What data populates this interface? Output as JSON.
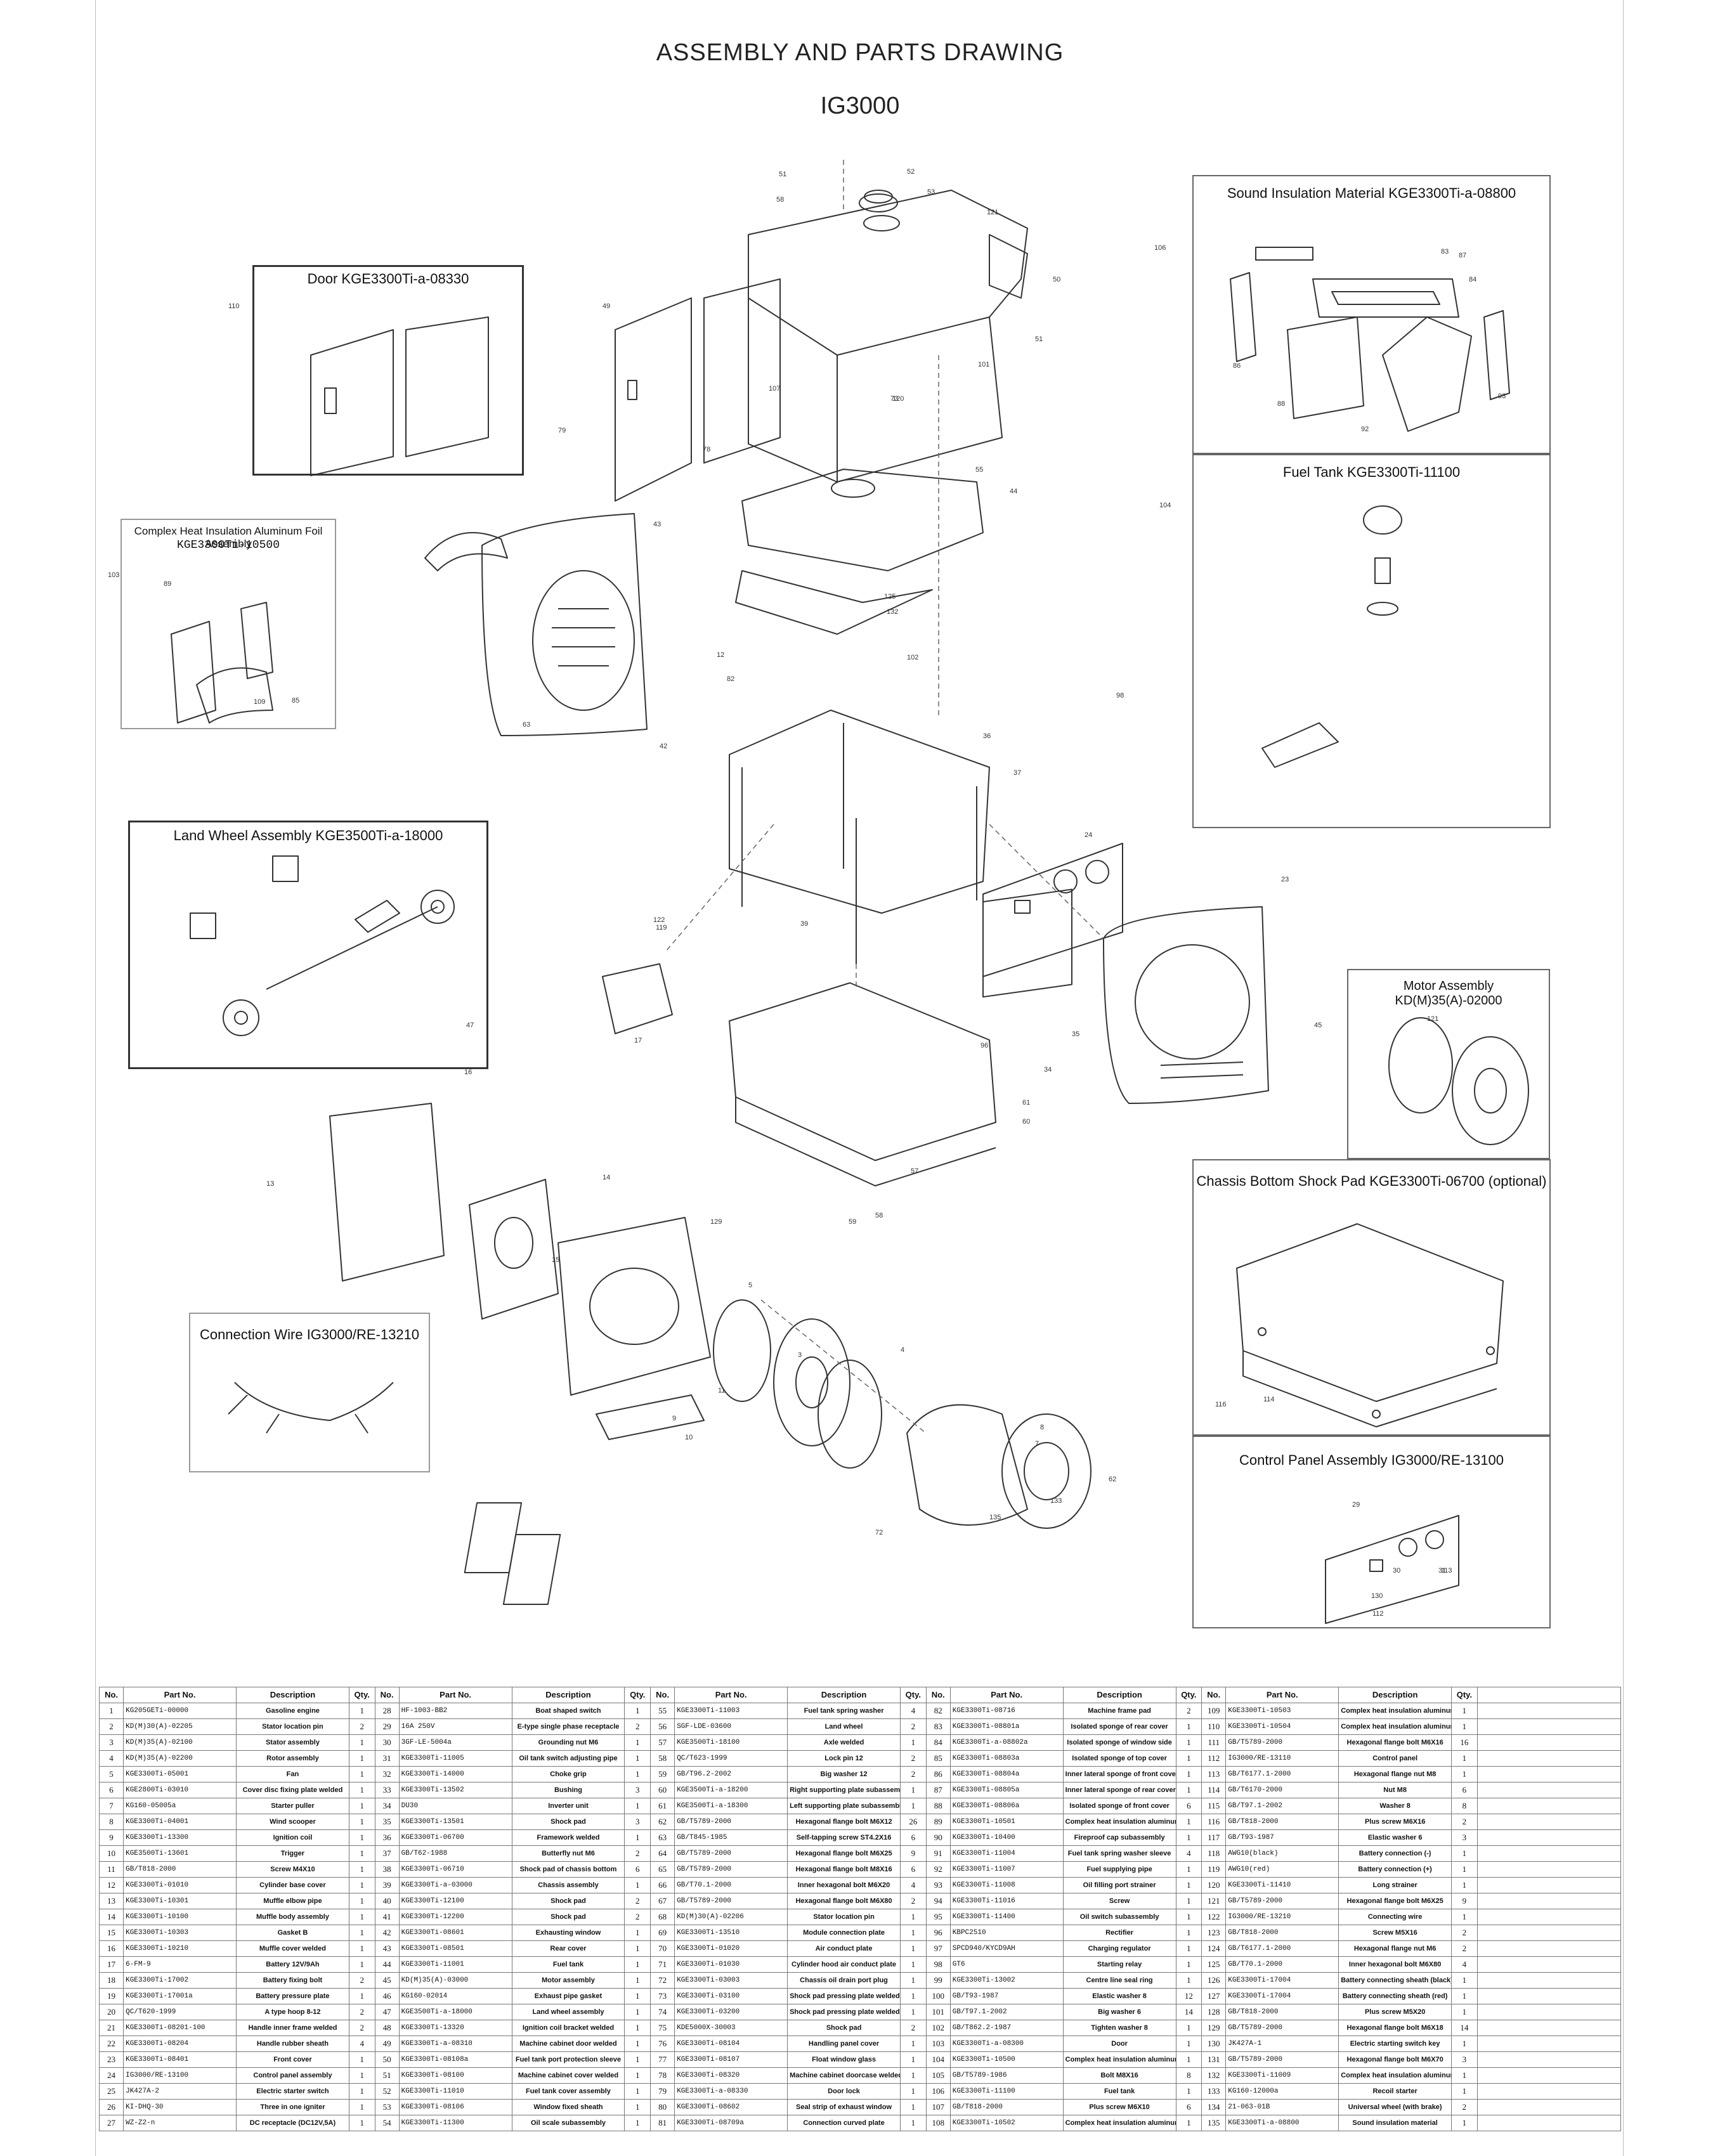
{
  "title": "ASSEMBLY AND PARTS DRAWING",
  "model": "IG3000",
  "boxes": {
    "sound": "Sound Insulation Material KGE3300Ti-a-08800",
    "fuel": "Fuel Tank KGE3300Ti-11100",
    "door": "Door KGE3300Ti-a-08330",
    "foil_line1": "Complex Heat Insulation Aluminum Foil Assembly",
    "foil_line2": "KGE3300Ti-10500",
    "wheel": "Land Wheel Assembly KGE3500Ti-a-18000",
    "motor": "Motor Assembly KD(M)35(A)-02000",
    "chassis": "Chassis Bottom Shock Pad KGE3300Ti-06700 (optional)",
    "wire": "Connection Wire IG3000/RE-13210",
    "panel": "Control Panel Assembly IG3000/RE-13100"
  },
  "columns": [
    "No.",
    "Part No.",
    "Description",
    "Qty."
  ],
  "parts": [
    [
      "1",
      "KG205GETi-00000",
      "Gasoline engine",
      "1",
      "28",
      "HF-1003-BB2",
      "Boat shaped switch",
      "1",
      "55",
      "KGE3300Ti-11003",
      "Fuel tank spring washer",
      "4",
      "82",
      "KGE3300Ti-08716",
      "Machine frame pad",
      "2",
      "109",
      "KGE3300Ti-10503",
      "Complex heat insulation aluminum foil",
      "1"
    ],
    [
      "2",
      "KD(M)30(A)-02205",
      "Stator location pin",
      "2",
      "29",
      "16A 250V",
      "E-type single phase receptacle",
      "2",
      "56",
      "SGF-LDE-03600",
      "Land wheel",
      "2",
      "83",
      "KGE3300Ti-08801a",
      "Isolated sponge of rear cover",
      "1",
      "110",
      "KGE3300Ti-10504",
      "Complex heat insulation aluminum foil",
      "1"
    ],
    [
      "3",
      "KD(M)35(A)-02100",
      "Stator assembly",
      "1",
      "30",
      "3GF-LE-5004a",
      "Grounding nut M6",
      "1",
      "57",
      "KGE3500Ti-18100",
      "Axle welded",
      "1",
      "84",
      "KGE3300Ti-a-08802a",
      "Isolated sponge of window side",
      "1",
      "111",
      "GB/T5789-2000",
      "Hexagonal flange bolt M6X16",
      "16"
    ],
    [
      "4",
      "KD(M)35(A)-02200",
      "Rotor assembly",
      "1",
      "31",
      "KGE3300Ti-11005",
      "Oil tank switch adjusting pipe",
      "1",
      "58",
      "QC/T623-1999",
      "Lock pin 12",
      "2",
      "85",
      "KGE3300Ti-08803a",
      "Isolated sponge of top cover",
      "1",
      "112",
      "IG3000/RE-13110",
      "Control panel",
      "1"
    ],
    [
      "5",
      "KGE3300Ti-05001",
      "Fan",
      "1",
      "32",
      "KGE3300Ti-14000",
      "Choke grip",
      "1",
      "59",
      "GB/T96.2-2002",
      "Big washer 12",
      "2",
      "86",
      "KGE3300Ti-08804a",
      "Inner lateral sponge of front cover",
      "1",
      "113",
      "GB/T6177.1-2000",
      "Hexagonal flange nut M8",
      "1"
    ],
    [
      "6",
      "KGE2800Ti-03010",
      "Cover disc fixing plate welded",
      "1",
      "33",
      "KGE3300Ti-13502",
      "Bushing",
      "3",
      "60",
      "KGE3500Ti-a-18200",
      "Right supporting plate subassembly",
      "1",
      "87",
      "KGE3300Ti-08805a",
      "Inner lateral sponge of rear cover",
      "1",
      "114",
      "GB/T6170-2000",
      "Nut M8",
      "6"
    ],
    [
      "7",
      "KG160-05005a",
      "Starter puller",
      "1",
      "34",
      "DU30",
      "Inverter unit",
      "1",
      "61",
      "KGE3500Ti-a-18300",
      "Left supporting plate subassembly",
      "1",
      "88",
      "KGE3300Ti-08806a",
      "Isolated sponge of front cover",
      "6",
      "115",
      "GB/T97.1-2002",
      "Washer 8",
      "8"
    ],
    [
      "8",
      "KGE3300Ti-04001",
      "Wind scooper",
      "1",
      "35",
      "KGE3300Ti-13501",
      "Shock pad",
      "3",
      "62",
      "GB/T5789-2000",
      "Hexagonal flange bolt M6X12",
      "26",
      "89",
      "KGE3300Ti-10501",
      "Complex heat insulation aluminum foil",
      "1",
      "116",
      "GB/T818-2000",
      "Plus screw M6X16",
      "2"
    ],
    [
      "9",
      "KGE3300Ti-13300",
      "Ignition coil",
      "1",
      "36",
      "KGE3300Ti-06700",
      "Framework welded",
      "1",
      "63",
      "GB/T845-1985",
      "Self-tapping screw ST4.2X16",
      "6",
      "90",
      "KGE3300Ti-10400",
      "Fireproof cap subassembly",
      "1",
      "117",
      "GB/T93-1987",
      "Elastic washer 6",
      "3"
    ],
    [
      "10",
      "KGE3500Ti-13601",
      "Trigger",
      "1",
      "37",
      "GB/T62-1988",
      "Butterfly nut M6",
      "2",
      "64",
      "GB/T5789-2000",
      "Hexagonal flange bolt M6X25",
      "9",
      "91",
      "KGE3300Ti-11004",
      "Fuel tank spring washer sleeve",
      "4",
      "118",
      "AWG10(black)",
      "Battery connection (-)",
      "1"
    ],
    [
      "11",
      "GB/T818-2000",
      "Screw M4X10",
      "1",
      "38",
      "KGE3300Ti-06710",
      "Shock pad of chassis bottom",
      "6",
      "65",
      "GB/T5789-2000",
      "Hexagonal flange bolt M8X16",
      "6",
      "92",
      "KGE3300Ti-11007",
      "Fuel supplying pipe",
      "1",
      "119",
      "AWG10(red)",
      "Battery connection (+)",
      "1"
    ],
    [
      "12",
      "KGE3300Ti-01010",
      "Cylinder base cover",
      "1",
      "39",
      "KGE3300Ti-a-03000",
      "Chassis assembly",
      "1",
      "66",
      "GB/T70.1-2000",
      "Inner hexagonal bolt M6X20",
      "4",
      "93",
      "KGE3300Ti-11008",
      "Oil filling port strainer",
      "1",
      "120",
      "KGE3300Ti-11410",
      "Long strainer",
      "1"
    ],
    [
      "13",
      "KGE3300Ti-10301",
      "Muffle elbow pipe",
      "1",
      "40",
      "KGE3300Ti-12100",
      "Shock pad",
      "2",
      "67",
      "GB/T5789-2000",
      "Hexagonal flange bolt M6X80",
      "2",
      "94",
      "KGE3300Ti-11016",
      "Screw",
      "1",
      "121",
      "GB/T5789-2000",
      "Hexagonal flange bolt M6X25",
      "9"
    ],
    [
      "14",
      "KGE3300Ti-10100",
      "Muffle body assembly",
      "1",
      "41",
      "KGE3300Ti-12200",
      "Shock pad",
      "2",
      "68",
      "KD(M)30(A)-02206",
      "Stator location pin",
      "1",
      "95",
      "KGE3300Ti-11400",
      "Oil switch subassembly",
      "1",
      "122",
      "IG3000/RE-13210",
      "Connecting wire",
      "1"
    ],
    [
      "15",
      "KGE3300Ti-10303",
      "Gasket B",
      "1",
      "42",
      "KGE3300Ti-08601",
      "Exhausting window",
      "1",
      "69",
      "KGE3300Ti-13510",
      "Module connection plate",
      "1",
      "96",
      "KBPC2510",
      "Rectifier",
      "1",
      "123",
      "GB/T818-2000",
      "Screw M5X16",
      "2"
    ],
    [
      "16",
      "KGE3300Ti-10210",
      "Muffle cover welded",
      "1",
      "43",
      "KGE3300Ti-08501",
      "Rear cover",
      "1",
      "70",
      "KGE3300Ti-01020",
      "Air conduct plate",
      "1",
      "97",
      "SPCD940/KYCD9AH",
      "Charging regulator",
      "1",
      "124",
      "GB/T6177.1-2000",
      "Hexagonal flange nut M6",
      "2"
    ],
    [
      "17",
      "6-FM-9",
      "Battery 12V/9Ah",
      "1",
      "44",
      "KGE3300Ti-11001",
      "Fuel tank",
      "1",
      "71",
      "KGE3300Ti-01030",
      "Cylinder hood air conduct plate",
      "1",
      "98",
      "GT6",
      "Starting relay",
      "1",
      "125",
      "GB/T70.1-2000",
      "Inner hexagonal bolt M6X80",
      "4"
    ],
    [
      "18",
      "KGE3300Ti-17002",
      "Battery fixing bolt",
      "2",
      "45",
      "KD(M)35(A)-03000",
      "Motor assembly",
      "1",
      "72",
      "KGE3300Ti-03003",
      "Chassis oil drain port plug",
      "1",
      "99",
      "KGE3300Ti-13002",
      "Centre line seal ring",
      "1",
      "126",
      "KGE3300Ti-17004",
      "Battery connecting sheath (black)",
      "1"
    ],
    [
      "19",
      "KGE3300Ti-17001a",
      "Battery pressure plate",
      "1",
      "46",
      "KG160-02014",
      "Exhaust pipe gasket",
      "1",
      "73",
      "KGE3300Ti-03100",
      "Shock pad pressing plate welded",
      "1",
      "100",
      "GB/T93-1987",
      "Elastic washer 8",
      "12",
      "127",
      "KGE3300Ti-17004",
      "Battery connecting sheath (red)",
      "1"
    ],
    [
      "20",
      "QC/T620-1999",
      "A type hoop 8-12",
      "2",
      "47",
      "KGE3500Ti-a-18000",
      "Land wheel assembly",
      "1",
      "74",
      "KGE3300Ti-03200",
      "Shock pad pressing plate welded",
      "1",
      "101",
      "GB/T97.1-2002",
      "Big washer 6",
      "14",
      "128",
      "GB/T818-2000",
      "Plus screw M5X20",
      "1"
    ],
    [
      "21",
      "KGE3300Ti-08201-100",
      "Handle inner frame welded",
      "2",
      "48",
      "KGE3300Ti-13320",
      "Ignition coil bracket welded",
      "1",
      "75",
      "KDE5000X-30003",
      "Shock pad",
      "2",
      "102",
      "GB/T862.2-1987",
      "Tighten washer 8",
      "1",
      "129",
      "GB/T5789-2000",
      "Hexagonal flange bolt M6X18",
      "14"
    ],
    [
      "22",
      "KGE3300Ti-08204",
      "Handle rubber sheath",
      "4",
      "49",
      "KGE3300Ti-a-08310",
      "Machine cabinet door welded",
      "1",
      "76",
      "KGE3300Ti-08104",
      "Handling panel cover",
      "1",
      "103",
      "KGE3300Ti-a-08300",
      "Door",
      "1",
      "130",
      "JK427A-1",
      "Electric starting switch key",
      "1"
    ],
    [
      "23",
      "KGE3300Ti-08401",
      "Front cover",
      "1",
      "50",
      "KGE3300Ti-08108a",
      "Fuel tank port protection sleeve",
      "1",
      "77",
      "KGE3300Ti-08107",
      "Float window glass",
      "1",
      "104",
      "KGE3300Ti-10500",
      "Complex heat insulation aluminum foil assembly",
      "1",
      "131",
      "GB/T5789-2000",
      "Hexagonal flange bolt M6X70",
      "3"
    ],
    [
      "24",
      "IG3000/RE-13100",
      "Control panel assembly",
      "1",
      "51",
      "KGE3300Ti-08100",
      "Machine cabinet cover welded",
      "1",
      "78",
      "KGE3300Ti-08320",
      "Machine cabinet doorcase welded",
      "1",
      "105",
      "GB/T5789-1986",
      "Bolt M8X16",
      "8",
      "132",
      "KGE3300Ti-11009",
      "Complex heat insulation aluminum foil",
      "1"
    ],
    [
      "25",
      "JK427A-2",
      "Electric starter switch",
      "1",
      "52",
      "KGE3300Ti-11010",
      "Fuel tank cover assembly",
      "1",
      "79",
      "KGE3300Ti-a-08330",
      "Door lock",
      "1",
      "106",
      "KGE3300Ti-11100",
      "Fuel tank",
      "1",
      "133",
      "KG160-12000a",
      "Recoil starter",
      "1"
    ],
    [
      "26",
      "KI-DHQ-30",
      "Three in one igniter",
      "1",
      "53",
      "KGE3300Ti-08106",
      "Window fixed sheath",
      "1",
      "80",
      "KGE3300Ti-08602",
      "Seal strip of exhaust window",
      "1",
      "107",
      "GB/T818-2000",
      "Plus screw M6X10",
      "6",
      "134",
      "21-063-01B",
      "Universal wheel (with brake)",
      "2"
    ],
    [
      "27",
      "WZ-Z2-n",
      "DC receptacle (DC12V,5A)",
      "1",
      "54",
      "KGE3300Ti-11300",
      "Oil scale subassembly",
      "1",
      "81",
      "KGE3300Ti-08709a",
      "Connection curved plate",
      "1",
      "108",
      "KGE3300Ti-10502",
      "Complex heat insulation aluminum foil",
      "1",
      "135",
      "KGE3300Ti-a-08800",
      "Sound insulation material",
      "1"
    ]
  ],
  "callouts": [
    {
      "t": "51"
    },
    {
      "t": "52"
    },
    {
      "t": "53"
    },
    {
      "t": "58"
    },
    {
      "t": "121"
    },
    {
      "t": "50"
    },
    {
      "t": "51"
    },
    {
      "t": "49"
    },
    {
      "t": "101"
    },
    {
      "t": "107"
    },
    {
      "t": "79"
    },
    {
      "t": "78"
    },
    {
      "t": "73"
    },
    {
      "t": "55"
    },
    {
      "t": "44"
    },
    {
      "t": "43"
    },
    {
      "t": "12"
    },
    {
      "t": "63"
    },
    {
      "t": "42"
    },
    {
      "t": "82"
    },
    {
      "t": "36"
    },
    {
      "t": "37"
    },
    {
      "t": "24"
    },
    {
      "t": "23"
    },
    {
      "t": "45"
    },
    {
      "t": "39"
    },
    {
      "t": "35"
    },
    {
      "t": "34"
    },
    {
      "t": "17"
    },
    {
      "t": "57"
    },
    {
      "t": "59"
    },
    {
      "t": "58"
    },
    {
      "t": "47"
    },
    {
      "t": "16"
    },
    {
      "t": "14"
    },
    {
      "t": "15"
    },
    {
      "t": "13"
    },
    {
      "t": "129"
    },
    {
      "t": "5"
    },
    {
      "t": "3"
    },
    {
      "t": "4"
    },
    {
      "t": "8"
    },
    {
      "t": "7"
    },
    {
      "t": "133"
    },
    {
      "t": "62"
    },
    {
      "t": "11"
    },
    {
      "t": "9"
    },
    {
      "t": "10"
    },
    {
      "t": "72"
    },
    {
      "t": "135"
    },
    {
      "t": "106"
    },
    {
      "t": "104"
    },
    {
      "t": "103"
    },
    {
      "t": "110"
    },
    {
      "t": "89"
    },
    {
      "t": "109"
    },
    {
      "t": "85"
    },
    {
      "t": "83"
    },
    {
      "t": "87"
    },
    {
      "t": "84"
    },
    {
      "t": "86"
    },
    {
      "t": "88"
    },
    {
      "t": "93"
    },
    {
      "t": "92"
    },
    {
      "t": "120"
    },
    {
      "t": "132"
    },
    {
      "t": "125"
    },
    {
      "t": "121"
    },
    {
      "t": "102"
    },
    {
      "t": "98"
    },
    {
      "t": "96"
    },
    {
      "t": "61"
    },
    {
      "t": "60"
    },
    {
      "t": "119"
    },
    {
      "t": "122"
    },
    {
      "t": "29"
    },
    {
      "t": "30"
    },
    {
      "t": "31"
    },
    {
      "t": "112"
    },
    {
      "t": "130"
    },
    {
      "t": "113"
    },
    {
      "t": "116"
    },
    {
      "t": "114"
    }
  ]
}
